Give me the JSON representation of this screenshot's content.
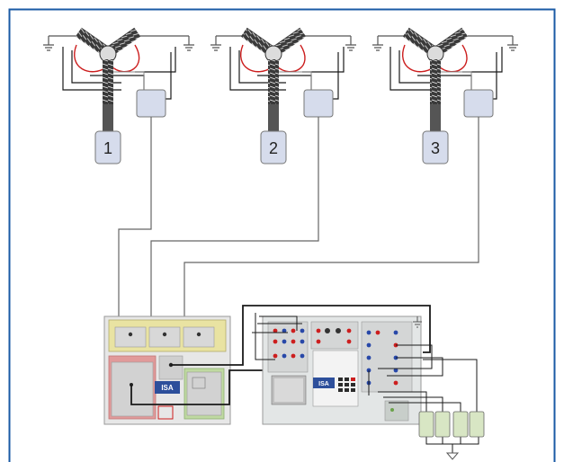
{
  "breakers": [
    {
      "label": "1"
    },
    {
      "label": "2"
    },
    {
      "label": "3"
    }
  ],
  "devices": {
    "left_unit_logo": "ISA",
    "right_unit_logo": "ISA"
  },
  "colors": {
    "border_blue": "#1a5aa5",
    "wire_dark": "#1a1a1a",
    "wire_red": "#cc1e1e",
    "ground_gray": "#555555",
    "panel_left": "#e7e7e7",
    "panel_right": "#e3e6e6",
    "yellow_box": "#e9e3a2",
    "green_box": "#bfd9a1",
    "pink_box": "#e19a9a",
    "pod_fill": "#d6dcec"
  }
}
